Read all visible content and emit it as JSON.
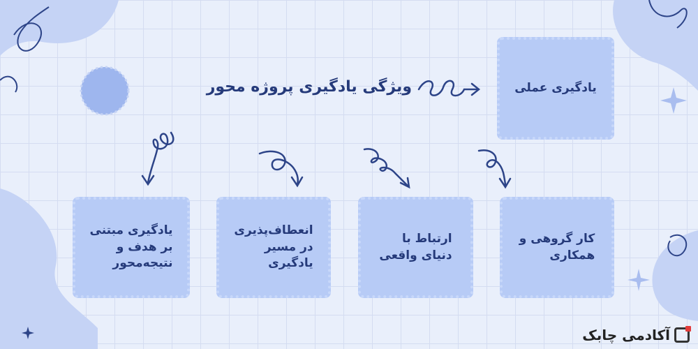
{
  "diagram": {
    "title": "ویژگی یادگیری پروژه محور",
    "top_node": "یادگیری عملی",
    "nodes": [
      "کار گروهی و\nهمکاری",
      "ارتباط با\nدنیای واقعی",
      "انعطاف‌پذیری\nدر مسیر\nیادگیری",
      "یادگیری مبتنی\nبر هدف و\nنتیجه‌محور"
    ]
  },
  "brand": {
    "name": "آکادمی چابک"
  },
  "colors": {
    "box": "#b7cbf6",
    "text": "#253a7a",
    "background": "#e9effb",
    "accent": "#e23b3b"
  }
}
